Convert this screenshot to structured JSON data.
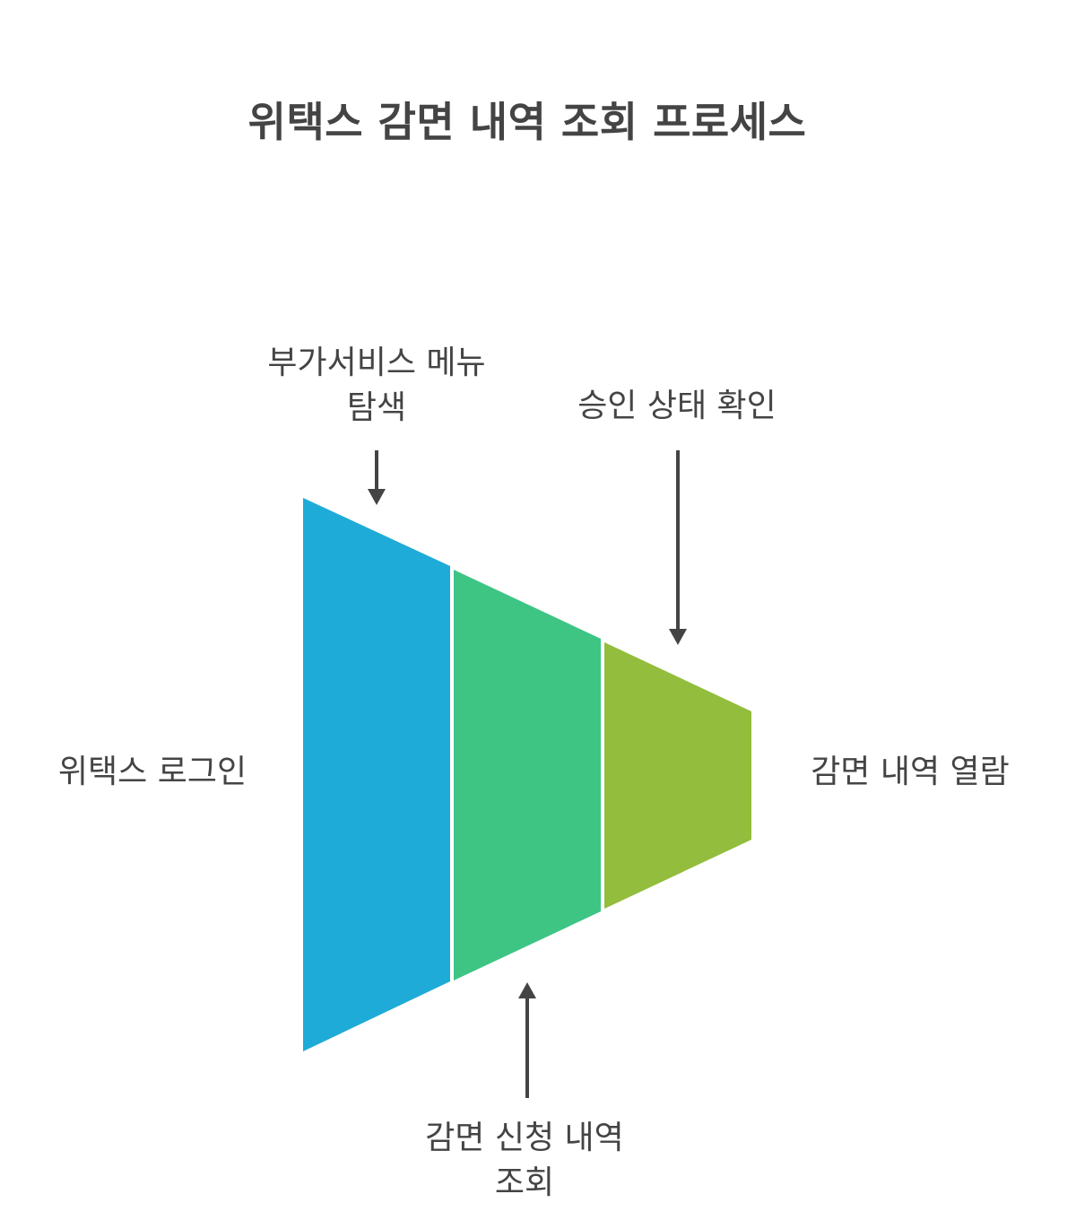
{
  "title": "위택스 감면 내역 조회 프로세스",
  "stages": [
    {
      "label": "위택스 로그인",
      "color": "#1fabd8"
    },
    {
      "label": "감면 신청 내역 조회",
      "color": "#3ec584"
    },
    {
      "label": "감면 내역 열람",
      "color": "#93bd3c"
    }
  ],
  "callouts": {
    "menu": {
      "line1": "부가서비스 메뉴",
      "line2": "탐색"
    },
    "approval": "승인 상태 확인",
    "request": {
      "line1": "감면 신청 내역",
      "line2": "조회"
    }
  },
  "arrow_color": "#444444"
}
